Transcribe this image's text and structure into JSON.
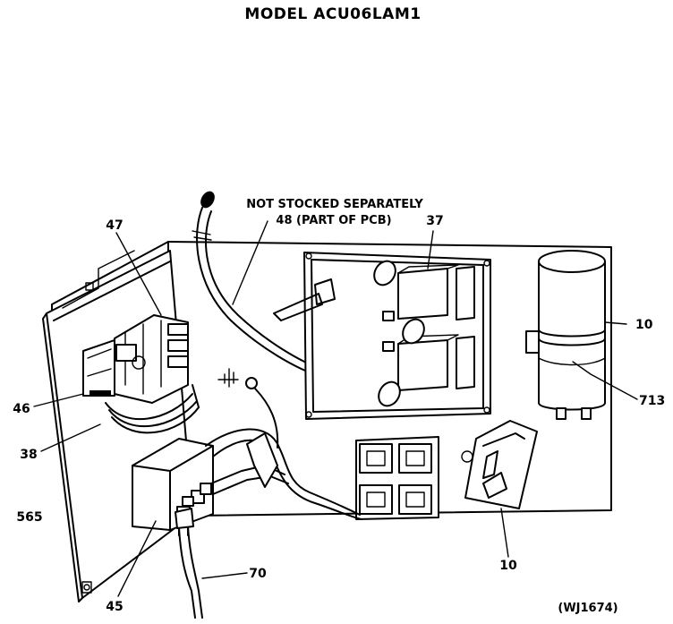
{
  "diagram": {
    "title": "MODEL ACU06LAM1",
    "note_line1": "NOT STOCKED SEPARATELY",
    "note_line2": "48 (PART OF PCB)",
    "drawing_code": "(WJ1674)",
    "parts": {
      "p47": "47",
      "p37": "37",
      "p10_capacitor": "10",
      "p713": "713",
      "p46": "46",
      "p38": "38",
      "p565": "565",
      "p45": "45",
      "p70": "70",
      "p10_relay": "10"
    }
  }
}
